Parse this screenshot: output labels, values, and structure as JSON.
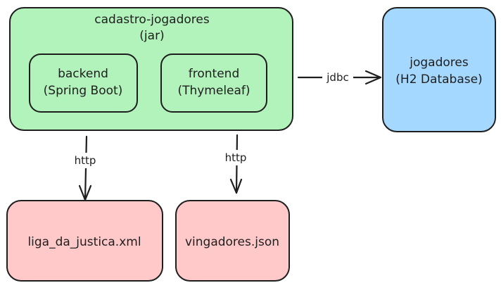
{
  "diagram": {
    "nodes": {
      "app": {
        "title": "cadastro-jogadores",
        "subtitle": "(jar)",
        "fill": "#b2f2bb"
      },
      "backend": {
        "line1": "backend",
        "line2": "(Spring Boot)",
        "fill": "#b2f2bb"
      },
      "frontend": {
        "line1": "frontend",
        "line2": "(Thymeleaf)",
        "fill": "#b2f2bb"
      },
      "database": {
        "line1": "jogadores",
        "line2": "(H2 Database)",
        "fill": "#a5d8ff"
      },
      "liga": {
        "label": "liga_da_justica.xml",
        "fill": "#ffc9c9"
      },
      "vingadores": {
        "label": "vingadores.json",
        "fill": "#ffc9c9"
      }
    },
    "edges": {
      "jdbc": {
        "label": "jdbc"
      },
      "http_left": {
        "label": "http"
      },
      "http_right": {
        "label": "http"
      }
    },
    "stroke_color": "#1e1e1e"
  }
}
